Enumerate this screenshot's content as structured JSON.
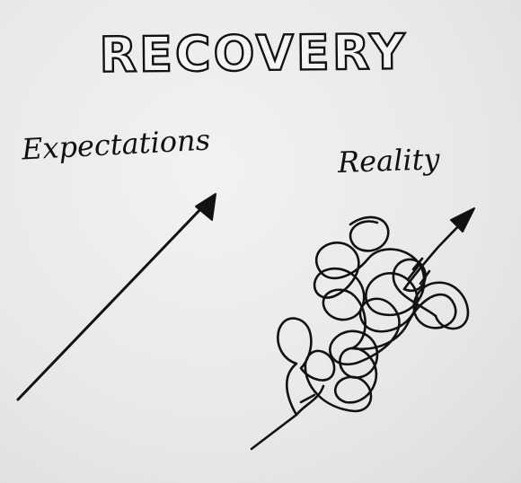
{
  "title": "RECOVERY",
  "left_label": "Expectations",
  "right_label": "Reality",
  "ink_color": "#111111",
  "paper_color": "#ececea"
}
